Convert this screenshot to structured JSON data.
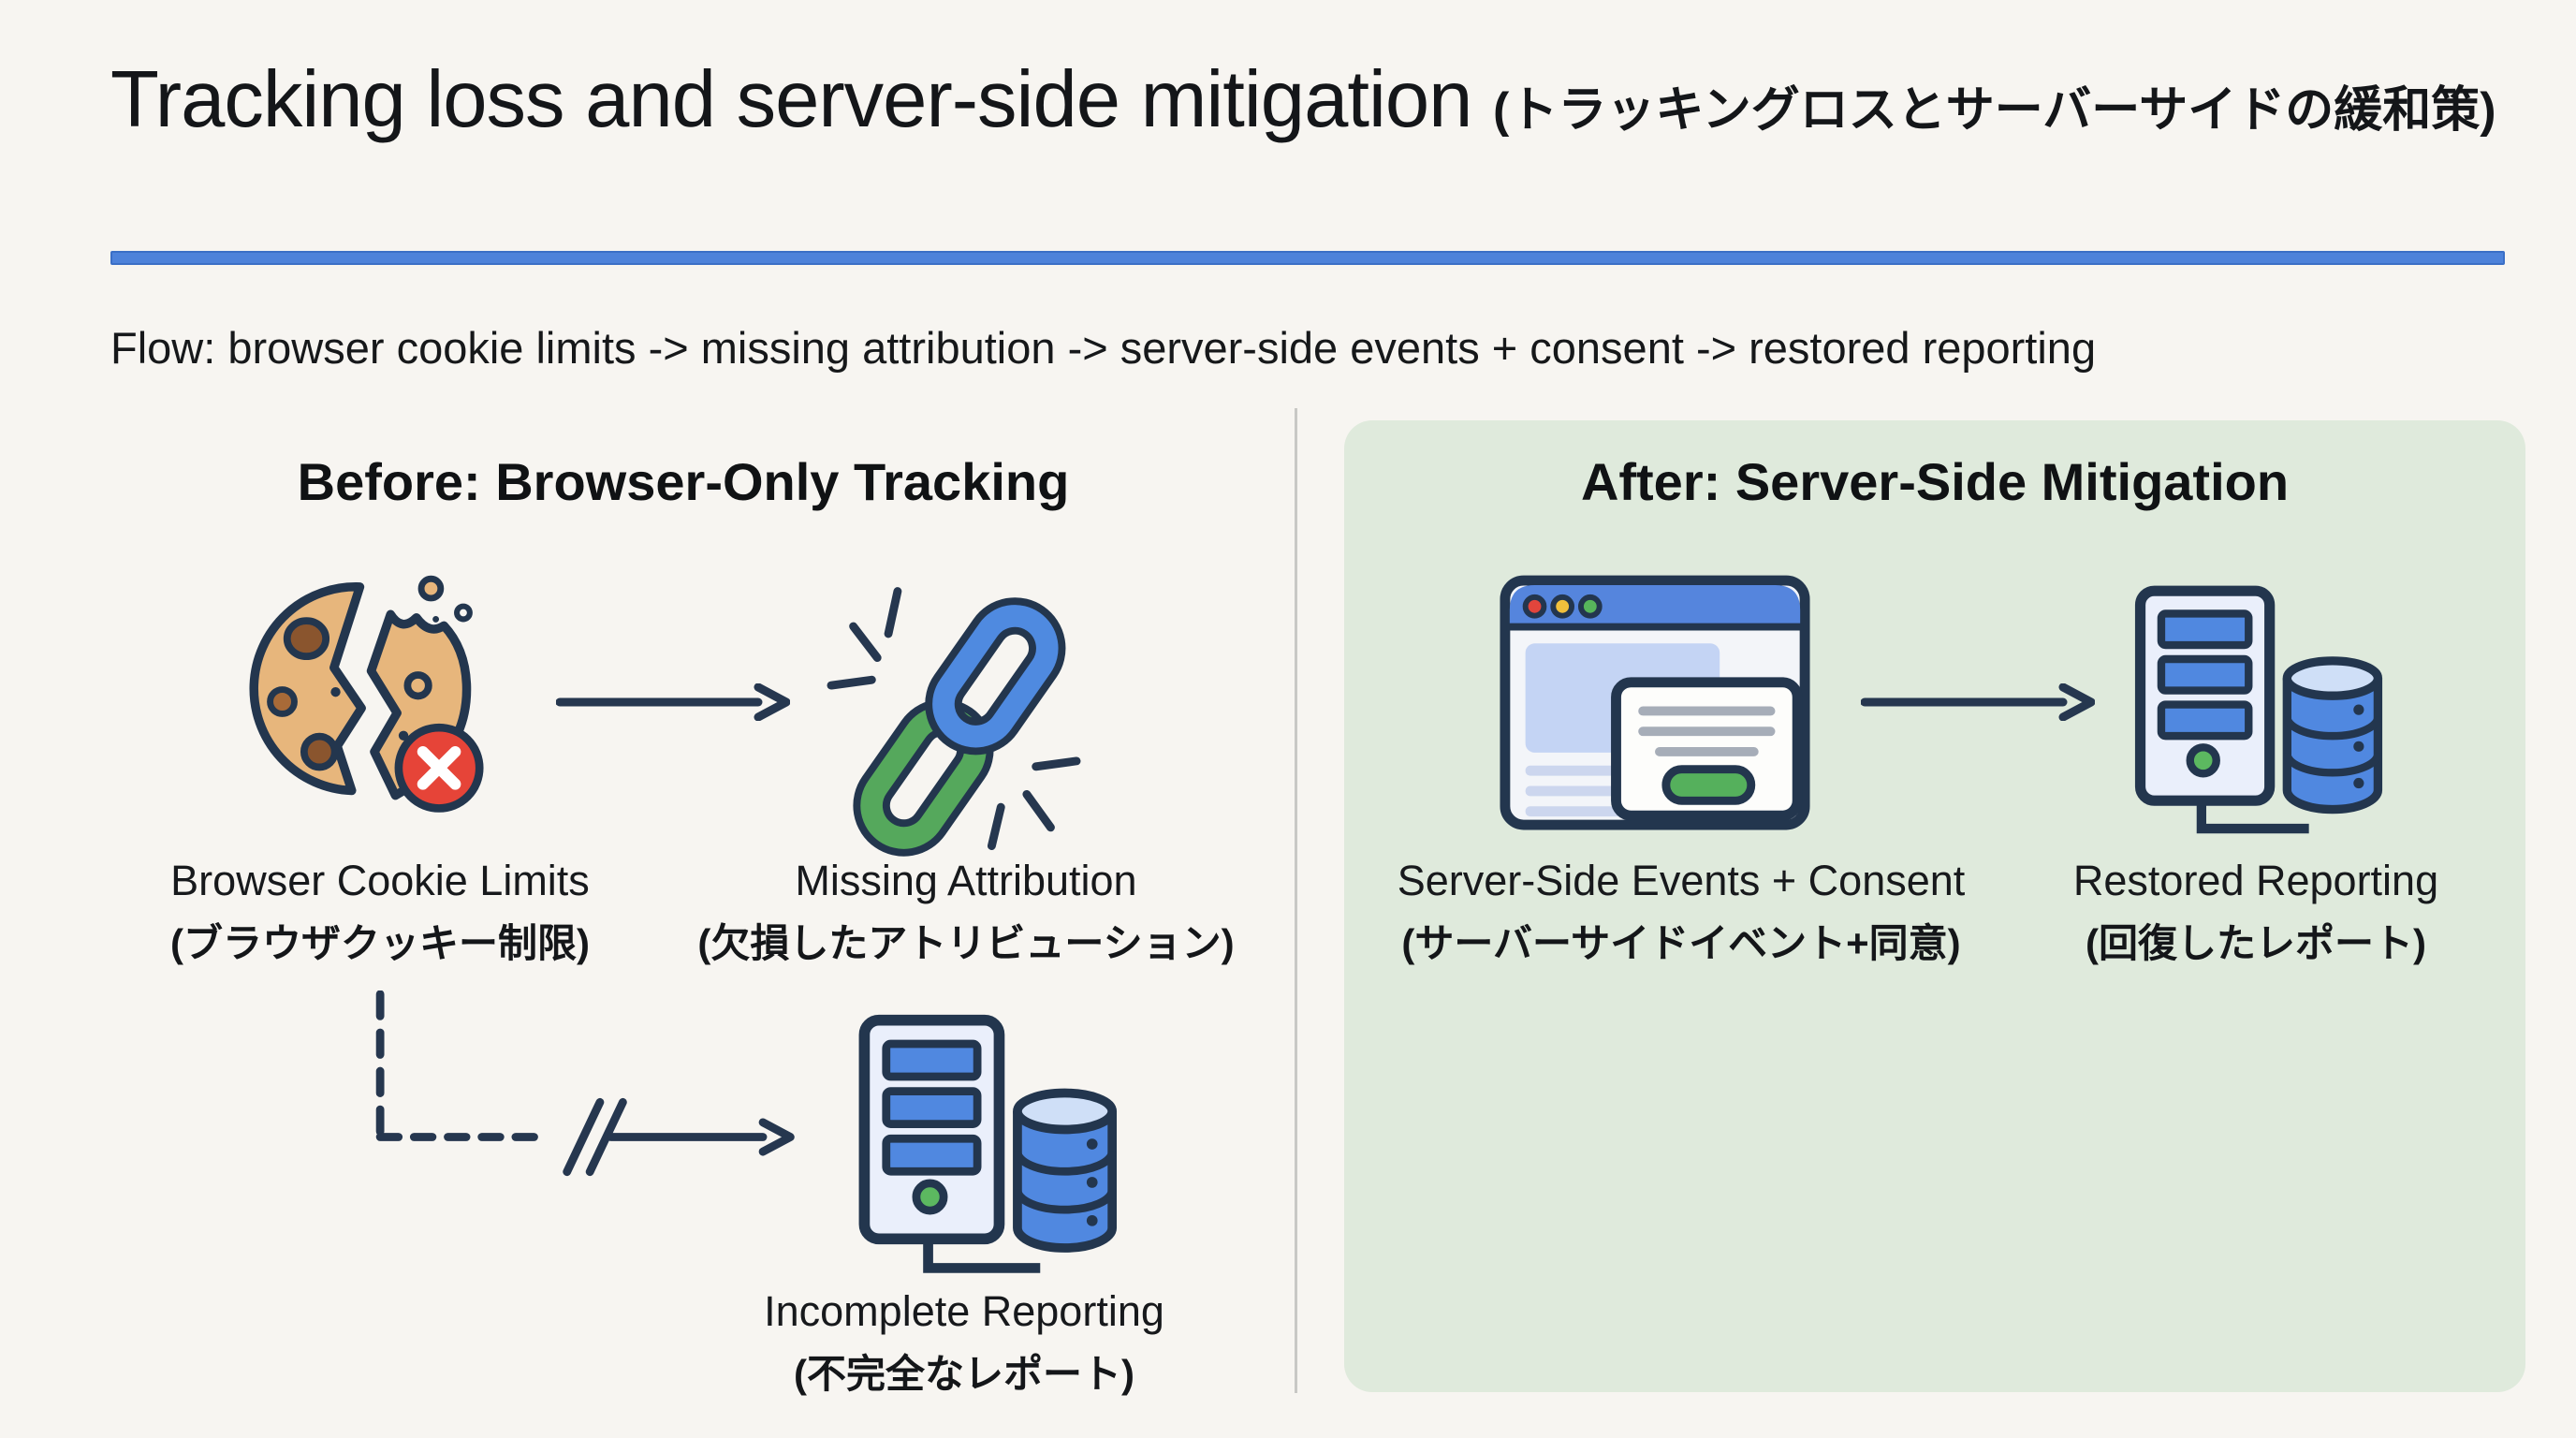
{
  "title": {
    "en": "Tracking loss and server-side mitigation",
    "jp": "(トラッキングロスとサーバーサイドの緩和策)"
  },
  "flow_line": "Flow: browser cookie limits -> missing attribution -> server-side events + consent -> restored reporting",
  "before_panel": {
    "heading": "Before: Browser-Only Tracking",
    "nodes": [
      {
        "icon": "broken-cookie-icon",
        "label_en": "Browser Cookie Limits",
        "label_jp": "(ブラウザクッキー制限)"
      },
      {
        "icon": "broken-chain-icon",
        "label_en": "Missing Attribution",
        "label_jp": "(欠損したアトリビューション)"
      },
      {
        "icon": "server-database-icon",
        "label_en": "Incomplete Reporting",
        "label_jp": "(不完全なレポート)"
      }
    ]
  },
  "after_panel": {
    "heading": "After: Server-Side Mitigation",
    "nodes": [
      {
        "icon": "browser-consent-icon",
        "label_en": "Server-Side Events + Consent",
        "label_jp": "(サーバーサイドイベント+同意)"
      },
      {
        "icon": "server-database-icon",
        "label_en": "Restored Reporting",
        "label_jp": "(回復したレポート)"
      }
    ]
  },
  "colors": {
    "background": "#f7f5f1",
    "divider_blue": "#4d82da",
    "after_panel_green": "#dfeadc",
    "outline_navy": "#23364e",
    "arrow_navy": "#26374f",
    "cookie_tan": "#e7b67c",
    "chip_brown": "#8a552e",
    "error_red": "#e64438",
    "link_blue": "#4f8ae0",
    "link_green": "#55a85c",
    "server_blue": "#5088e0",
    "led_green": "#5cb860"
  }
}
